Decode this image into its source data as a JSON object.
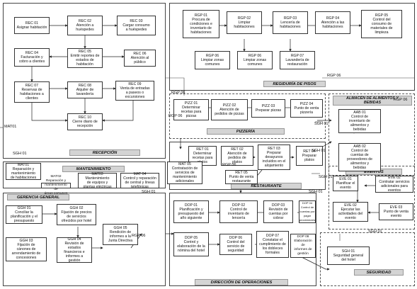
{
  "regions": {
    "recepcion": "RECEPCIÓN",
    "mantenimiento": "MANTENIMIENTO",
    "regiduria": "REGIDURÍA DE PISOS",
    "pizzeria": "PIZZERÍA",
    "almacen": "ALMACÉN DE ALIMENTOS Y\nBEBIDAS",
    "restaurante": "RESTAURANTE",
    "eventos": "EVENTOS",
    "gerencia": "GERENCIA GENERAL",
    "seguridad": "SEGURIDAD",
    "operaciones": "DIRECCIÓN DE OPERACIONES"
  },
  "boxes": {
    "rec01": "REC 01\nAsignar habitación",
    "rec02": "REC 02\nAtención a\nhuéspedes",
    "rec03": "REC 03\nCargar consumo\na huéspedes",
    "rec04": "REC 04\nFacturación y\ncobro a clientes",
    "rec05": "REC 05\nEmitir reportes de\nestados de\nhabitación",
    "rec06": "REC 06\nAtención al\npúblico",
    "rec07": "REC 07\nReservas de\nhabitaciones a\nclientes",
    "rec08": "REC 08\nAlquiler de\nlavandería",
    "rec09": "REC 09\nVenta de entradas\na paseos o\nexcursiones",
    "rec10": "REC 10\nCierre diario de\nrecepción",
    "rgp01": "RGP 01\nProcura de\ncondiciones e\ninventario de\nhabitaciones",
    "rgp02": "RGP 02\nLimpiar\nhabitaciones",
    "rgp03": "RGP 03\nLencería de\nhabitaciones",
    "rgp04": "RGP 04\nAtención a las\nhabitaciones",
    "rgp05": "RGP 05\nControl del\nconsumo de\nmateriales de\nlimpieza",
    "rgp06": "RGP 06\nLimpiar zonas\ncomunes",
    "rgp06b": "RGP 06\nLimpiar zonas\ncomunes",
    "rgp07": "RGP 07\nLavandería de\nrestauración",
    "pizz01": "PIZZ 01\nDeterminar\nrecetas para\npizzas",
    "pizz02": "PIZZ 02\nAtención de\npedidos de pizzas",
    "pizz03": "PIZZ 03\nPreparar pizzas",
    "pizz04": "PIZZ 04\nPunto de venta\npizzería",
    "aab01": "AAB 01\nControl de\ninventario de\nalimentos y\nbebidas",
    "aab02": "AAB 02\nControl de\ncuentas de\nproveedores de\nalimentos y\nbebidas",
    "ret01": "RET 01\nDeterminar\nrecetas para\nplatos",
    "ret02": "RET 02\nAtención de\npedidos de platos",
    "ret03": "RET 03\nPreparar\ndesayunos\nincluidos en el\nalojamiento",
    "ret04": "RET 04\nPreparar platos",
    "ret05": "RET 05\nPunto de venta\nrestaurante",
    "mat01": "MAT01\nReparación y\nmantenimiento\nde habitaciones",
    "mat02": "MAT02\nReparación y\nmantenimiento de\náreas comunes",
    "mat03": "MAT03\nMantenimiento\nde equipos y\nplantas eléctricas",
    "mat04": "MAT 04\nControl y reparación\nde central y líneas\ntelefónicas",
    "mat05": "MAT 05\nContratación de\nservicios de\nmantenimiento\nadicionales",
    "eve01": "EVE 01\nPlanificar el\nevento",
    "eve02": "EVE 02\nContratar servicios\nadicionales para\neventos",
    "eve02b": "EVE 02\nEjecutar las\nactividades del\nevento",
    "eve03": "EVE 03\nPunto de venta\nevento",
    "ggh01": "GGH 01\nConciliar la\nplanificación y el\npresupuesto",
    "ggh02": "GGH 02\nFijación de precios\nde servicios\nofrecidos por hotel",
    "ggh03": "GGH 03\nFijación de\ncánones de\narrendamiento de\nconcesiones",
    "ggh04": "GGH 04\nRevisión de\nestados\nfinancieros e\ninformes a\ngestión",
    "ggh05": "GGH 05\nRendición de\ninformes a la\nJunta Directiva",
    "dop01": "DOP 01\nPlanificación y\npresupuesto del\naño siguiente",
    "dop02": "DOP 02\nControl de\ninventario de\nlencería",
    "dop03": "DOP 03\nRevisión de\ncuentas por cobrar",
    "dop04": "DOP 04\nControl de\ncuentas por pagar\nproveedores",
    "dop05": "DOP 05\nControl y\nelaboración de la\nnómina del hotel",
    "dop06": "DOP 06\nControl del\nservicio de\nseguridad",
    "dop07": "DOP 07\nConstatar el\ncumplimiento de\nlos dobleces\nformales",
    "dop08": "DOP 08\nElaboración de\ninformes de\ngestión",
    "sgh01": "SGH 01\nSeguridad general\ndel hotel"
  },
  "connectors": {
    "rgp06_a": "RGP 06",
    "rgp06_b": "RGP 06",
    "rgp06_c": "RGP 06",
    "rgp06_d": "RGP 06",
    "rgp06_e": "RGP 06",
    "rgp06_f": "RGP 06",
    "mat01_a": "MAT01",
    "sgh01_a": "SGH 01",
    "sgh01_b": "SGH 01",
    "sgh01_c": "SGH 01",
    "sgh01_d": "SGH 01",
    "sgh01_e": "SGH 01",
    "sgh01_f": "SGH 01",
    "sgh01_g": "SGH 01"
  }
}
